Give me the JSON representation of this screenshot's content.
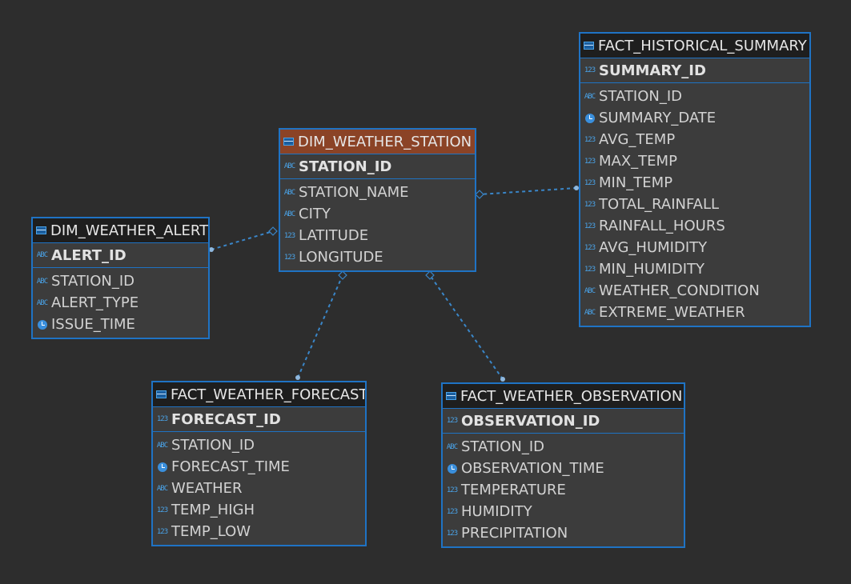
{
  "colors": {
    "background": "#2d2d2d",
    "border": "#1f73c4",
    "dim_header": "#8b4326",
    "fact_header": "#1e1e1e",
    "link": "#3a86c8"
  },
  "entities": {
    "dim_weather_station": {
      "name": "DIM_WEATHER_STATION",
      "kind": "dim",
      "pk": {
        "name": "STATION_ID",
        "type": "abc"
      },
      "columns": [
        {
          "name": "STATION_NAME",
          "type": "abc"
        },
        {
          "name": "CITY",
          "type": "abc"
        },
        {
          "name": "LATITUDE",
          "type": "123"
        },
        {
          "name": "LONGITUDE",
          "type": "123"
        }
      ]
    },
    "dim_weather_alert": {
      "name": "DIM_WEATHER_ALERT",
      "kind": "fact",
      "pk": {
        "name": "ALERT_ID",
        "type": "abc"
      },
      "columns": [
        {
          "name": "STATION_ID",
          "type": "abc"
        },
        {
          "name": "ALERT_TYPE",
          "type": "abc"
        },
        {
          "name": "ISSUE_TIME",
          "type": "date"
        }
      ]
    },
    "fact_historical_summary": {
      "name": "FACT_HISTORICAL_SUMMARY",
      "kind": "fact",
      "pk": {
        "name": "SUMMARY_ID",
        "type": "123"
      },
      "columns": [
        {
          "name": "STATION_ID",
          "type": "abc"
        },
        {
          "name": "SUMMARY_DATE",
          "type": "date"
        },
        {
          "name": "AVG_TEMP",
          "type": "123"
        },
        {
          "name": "MAX_TEMP",
          "type": "123"
        },
        {
          "name": "MIN_TEMP",
          "type": "123"
        },
        {
          "name": "TOTAL_RAINFALL",
          "type": "123"
        },
        {
          "name": "RAINFALL_HOURS",
          "type": "123"
        },
        {
          "name": "AVG_HUMIDITY",
          "type": "123"
        },
        {
          "name": "MIN_HUMIDITY",
          "type": "123"
        },
        {
          "name": "WEATHER_CONDITION",
          "type": "abc"
        },
        {
          "name": "EXTREME_WEATHER",
          "type": "abc"
        }
      ]
    },
    "fact_weather_forecast": {
      "name": "FACT_WEATHER_FORECAST",
      "kind": "fact",
      "pk": {
        "name": "FORECAST_ID",
        "type": "123"
      },
      "columns": [
        {
          "name": "STATION_ID",
          "type": "abc"
        },
        {
          "name": "FORECAST_TIME",
          "type": "date"
        },
        {
          "name": "WEATHER",
          "type": "abc"
        },
        {
          "name": "TEMP_HIGH",
          "type": "123"
        },
        {
          "name": "TEMP_LOW",
          "type": "123"
        }
      ]
    },
    "fact_weather_observation": {
      "name": "FACT_WEATHER_OBSERVATION",
      "kind": "fact",
      "pk": {
        "name": "OBSERVATION_ID",
        "type": "123"
      },
      "columns": [
        {
          "name": "STATION_ID",
          "type": "abc"
        },
        {
          "name": "OBSERVATION_TIME",
          "type": "date"
        },
        {
          "name": "TEMPERATURE",
          "type": "123"
        },
        {
          "name": "HUMIDITY",
          "type": "123"
        },
        {
          "name": "PRECIPITATION",
          "type": "123"
        }
      ]
    }
  },
  "type_labels": {
    "abc": "ABC",
    "123": "123"
  },
  "relationships": [
    {
      "from": "dim_weather_alert",
      "to": "dim_weather_station"
    },
    {
      "from": "fact_historical_summary",
      "to": "dim_weather_station"
    },
    {
      "from": "fact_weather_forecast",
      "to": "dim_weather_station"
    },
    {
      "from": "fact_weather_observation",
      "to": "dim_weather_station"
    }
  ]
}
